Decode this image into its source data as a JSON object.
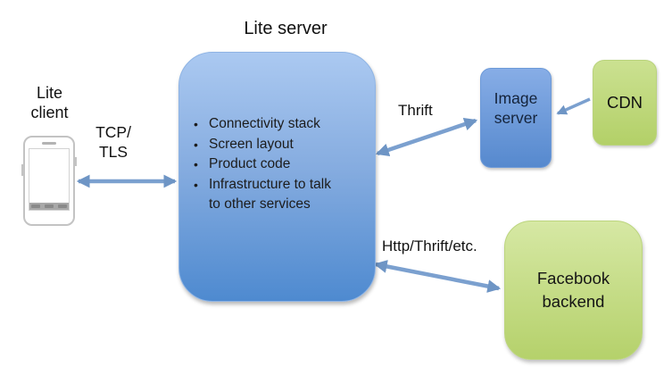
{
  "diagram": {
    "server": {
      "title": "Lite server",
      "bullets": [
        "Connectivity stack",
        "Screen layout",
        "Product code",
        "Infrastructure to talk to other services"
      ]
    },
    "client": {
      "label": "Lite client"
    },
    "nodes": {
      "image_server": {
        "label": "Image server"
      },
      "cdn": {
        "label": "CDN"
      },
      "facebook_backend": {
        "label": "Facebook backend"
      }
    },
    "connections": {
      "client_server": {
        "label_line1": "TCP/",
        "label_line2": "TLS",
        "direction": "bidirectional"
      },
      "server_image_server": {
        "label": "Thrift",
        "direction": "bidirectional"
      },
      "cdn_image_server": {
        "direction": "cdn-to-image-server"
      },
      "server_facebook": {
        "label": "Http/Thrift/etc.",
        "direction": "bidirectional"
      }
    },
    "colors": {
      "arrow": "#7BA0CF",
      "blue_box_top": "#ABC9F1",
      "blue_box_bottom": "#4E8AD0",
      "image_box_top": "#87ADE6",
      "image_box_bottom": "#5689CE",
      "green_box_top": "#D6E8A4",
      "green_box_bottom": "#B5D16B"
    }
  }
}
